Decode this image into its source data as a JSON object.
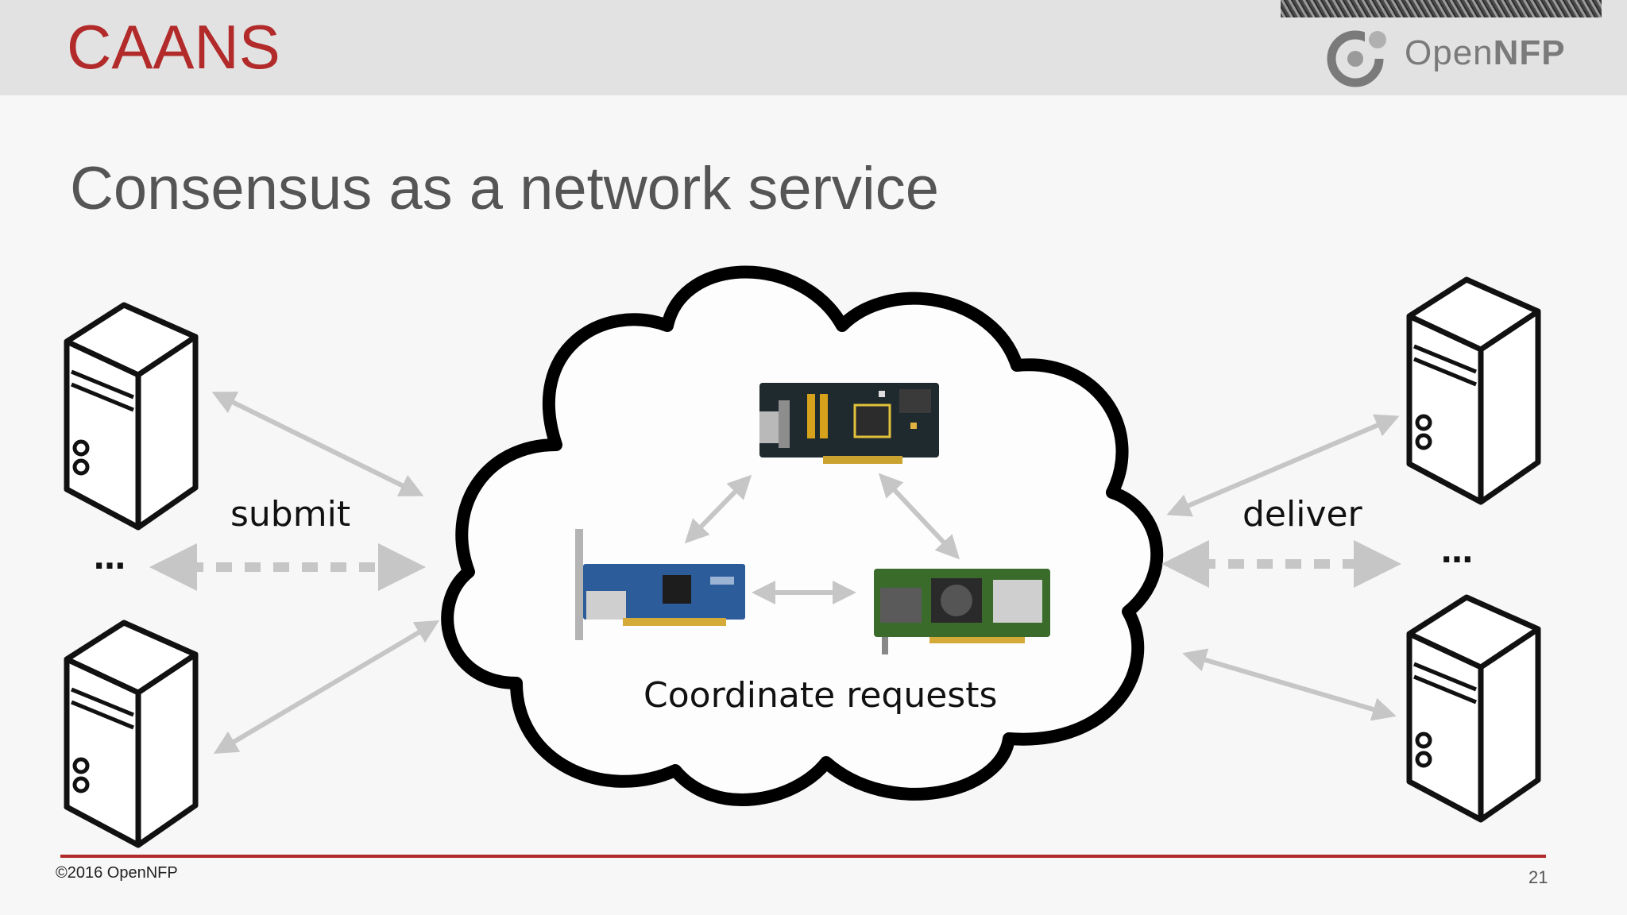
{
  "header": {
    "title": "CAANS",
    "logo_text_light": "Open",
    "logo_text_bold": "NFP"
  },
  "slide": {
    "subtitle": "Consensus as a network service"
  },
  "diagram": {
    "label_submit": "submit",
    "label_deliver": "deliver",
    "label_center": "Coordinate requests",
    "ellipsis_left": "…",
    "ellipsis_right": "…",
    "icons": [
      "server-icon",
      "network-card-icon",
      "cloud-icon"
    ]
  },
  "footer": {
    "copyright": "©2016 OpenNFP",
    "page_number": "21"
  },
  "colors": {
    "accent": "#b22a2a",
    "header_band": "#e2e2e2",
    "arrow": "#c6c6c6",
    "text": "#555555"
  }
}
